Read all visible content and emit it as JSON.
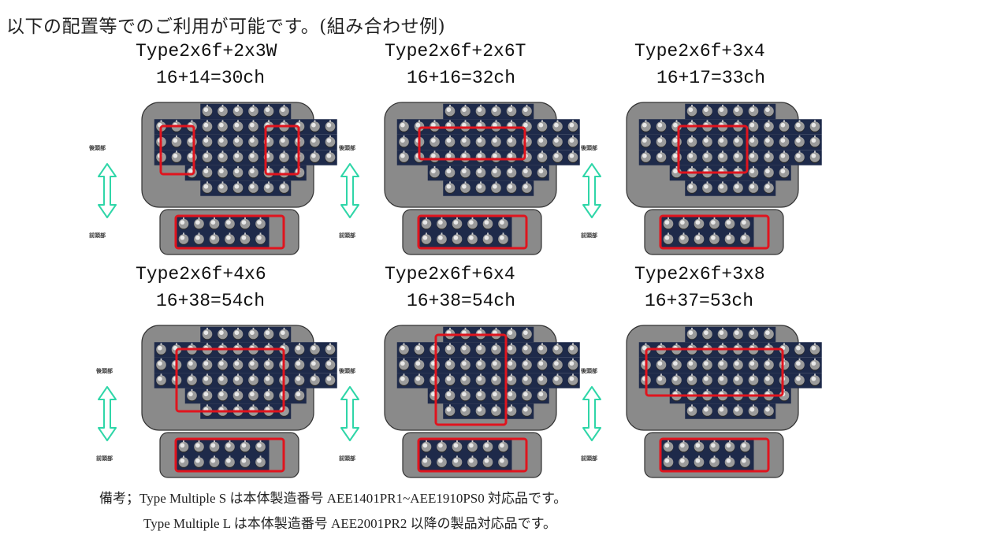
{
  "heading": "以下の配置等でのご利用が可能です。(組み合わせ例)",
  "labels": {
    "rear": "後頭部",
    "front": "前頭部"
  },
  "configs": [
    {
      "name": "Type2x6f+2x3W",
      "formula": "16+14=30ch"
    },
    {
      "name": "Type2x6f+2x6T",
      "formula": "16+16=32ch"
    },
    {
      "name": "Type2x6f+3x4",
      "formula": "16+17=33ch"
    },
    {
      "name": "Type2x6f+4x6",
      "formula": "16+38=54ch"
    },
    {
      "name": "Type2x6f+6x4",
      "formula": "16+38=54ch"
    },
    {
      "name": "Type2x6f+3x8",
      "formula": "16+37=53ch"
    }
  ],
  "notes": {
    "line1": "備考；Type Multiple S は本体製造番号 AEE1401PR1~AEE1910PS0 対応品です。",
    "line2": "Type Multiple L は本体製造番号 AEE2001PR2 以降の製品対応品です。"
  },
  "colors": {
    "highlight": "#e0141e",
    "arrow": "#2fd6a8",
    "panel": "#8a8a8a",
    "board": "#1e2a4a"
  }
}
